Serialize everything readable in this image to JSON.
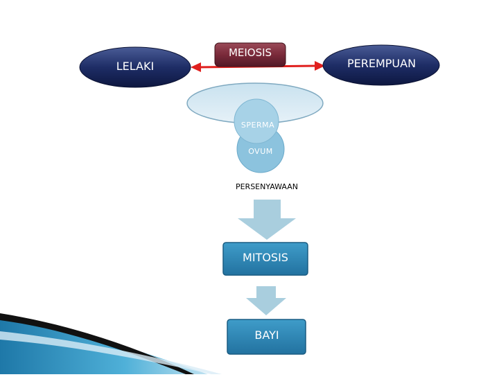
{
  "diagram": {
    "nodes": {
      "lelaki": "LELAKI",
      "meiosis": "MEIOSIS",
      "perempuan": "PEREMPUAN",
      "sperma": "SPERMA",
      "ovum": "OVUM",
      "persenyawaan": "PERSENYAWAAN",
      "mitosis": "MITOSIS",
      "bayi": "BAYI"
    },
    "colors": {
      "navy_oval": "#1b2a5e",
      "meiosis_box": "#7a2a3a",
      "double_arrow": "#e0201e",
      "light_blue": "#9cc9e0",
      "box_blue": "#2f86b5",
      "arrow_blue": "#a9cede"
    }
  }
}
